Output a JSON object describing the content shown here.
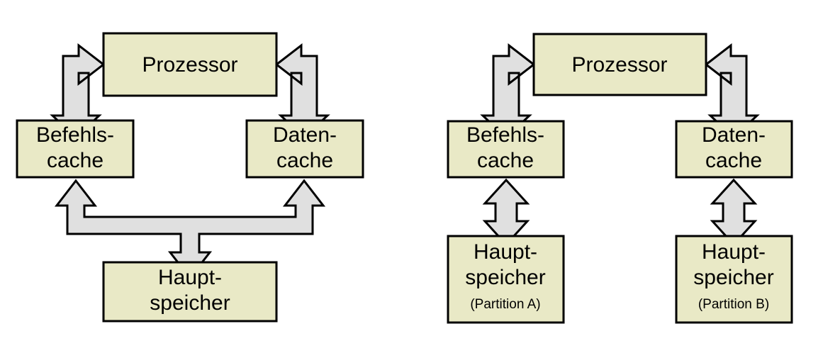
{
  "figure": {
    "title": "",
    "background_color": "#ffffff",
    "box_fill_color": "#e9e9c6",
    "box_stroke_color": "#000000",
    "arrow_fill_color": "#e0e0e0",
    "arrow_stroke_color": "#000000"
  },
  "left_diagram": {
    "name": "shared-main-memory-harvard-cache",
    "nodes": {
      "processor": {
        "label": "Prozessor"
      },
      "instruction_cache": {
        "line1": "Befehls-",
        "line2": "cache"
      },
      "data_cache": {
        "line1": "Daten-",
        "line2": "cache"
      },
      "main_memory": {
        "line1": "Haupt-",
        "line2": "speicher"
      }
    },
    "connectors": [
      {
        "name": "processor-to-instruction-cache",
        "kind": "bent-double-arrow",
        "direction": "right-and-down"
      },
      {
        "name": "processor-to-data-cache",
        "kind": "bent-double-arrow",
        "direction": "left-and-down"
      },
      {
        "name": "memory-to-both-caches",
        "kind": "t-shaped-triple-arrow",
        "direction": "up-up-down"
      }
    ]
  },
  "right_diagram": {
    "name": "partitioned-main-memory-harvard-cache",
    "nodes": {
      "processor": {
        "label": "Prozessor"
      },
      "instruction_cache": {
        "line1": "Befehls-",
        "line2": "cache"
      },
      "data_cache": {
        "line1": "Daten-",
        "line2": "cache"
      },
      "main_memory_a": {
        "line1": "Haupt-",
        "line2": "speicher",
        "line3": "(Partition A)"
      },
      "main_memory_b": {
        "line1": "Haupt-",
        "line2": "speicher",
        "line3": "(Partition B)"
      }
    },
    "connectors": [
      {
        "name": "processor-to-instruction-cache",
        "kind": "bent-double-arrow",
        "direction": "right-and-down"
      },
      {
        "name": "processor-to-data-cache",
        "kind": "bent-double-arrow",
        "direction": "left-and-down"
      },
      {
        "name": "instruction-cache-to-memory-a",
        "kind": "vertical-double-arrow",
        "direction": "up-down"
      },
      {
        "name": "data-cache-to-memory-b",
        "kind": "vertical-double-arrow",
        "direction": "up-down"
      }
    ]
  }
}
